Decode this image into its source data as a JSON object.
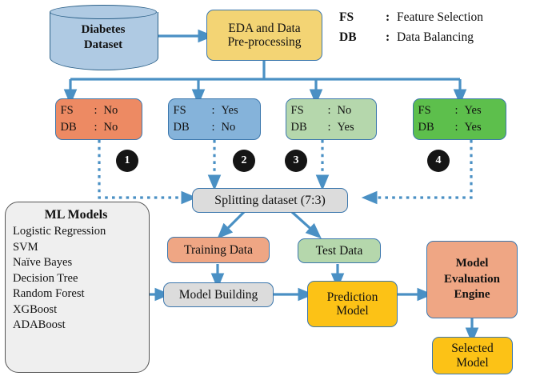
{
  "diagram": {
    "title": "Diabetes prediction ML pipeline flowchart",
    "colors": {
      "border_blue": "#3C77AD",
      "arrow_blue": "#4A90C4",
      "cylinder": "#AFCAE3",
      "yellow": "#F3D474",
      "orange": "#ED8A63",
      "blue": "#85B3DA",
      "green_light": "#B5D7AC",
      "green_dark": "#5DBF4C",
      "grey": "#DCDCDC",
      "salmon": "#EFA684",
      "gold": "#FCC216",
      "panel": "#EFEFEF",
      "circle": "#151515"
    }
  },
  "source": {
    "line1": "Diabetes",
    "line2": "Dataset"
  },
  "preprocess": {
    "line1": "EDA and Data",
    "line2": "Pre-processing"
  },
  "legend": {
    "rows": [
      {
        "abbr": "FS",
        "colon": ":",
        "full": "Feature Selection"
      },
      {
        "abbr": "DB",
        "colon": ":",
        "full": "Data Balancing"
      }
    ]
  },
  "branches": [
    {
      "id": 1,
      "number": "1",
      "fs_key": "FS",
      "fs_colon": ":",
      "fs_value": "No",
      "db_key": "DB",
      "db_colon": ":",
      "db_value": "No",
      "color": "#ED8A63"
    },
    {
      "id": 2,
      "number": "2",
      "fs_key": "FS",
      "fs_colon": ":",
      "fs_value": "Yes",
      "db_key": "DB",
      "db_colon": ":",
      "db_value": "No",
      "color": "#85B3DA"
    },
    {
      "id": 3,
      "number": "3",
      "fs_key": "FS",
      "fs_colon": ":",
      "fs_value": "No",
      "db_key": "DB",
      "db_colon": ":",
      "db_value": "Yes",
      "color": "#B5D7AC"
    },
    {
      "id": 4,
      "number": "4",
      "fs_key": "FS",
      "fs_colon": ":",
      "fs_value": "Yes",
      "db_key": "DB",
      "db_colon": ":",
      "db_value": "Yes",
      "color": "#5DBF4C"
    }
  ],
  "split": {
    "label": "Splitting dataset (7:3)"
  },
  "ml_models": {
    "title": "ML Models",
    "items": [
      "Logistic Regression",
      "SVM",
      "Naïve Bayes",
      "Decision Tree",
      "Random Forest",
      "XGBoost",
      "ADABoost"
    ]
  },
  "training_data": {
    "label": "Training Data"
  },
  "test_data": {
    "label": "Test Data"
  },
  "model_building": {
    "label": "Model Building"
  },
  "prediction_model": {
    "line1": "Prediction",
    "line2": "Model"
  },
  "evaluation_engine": {
    "line1": "Model",
    "line2": "Evaluation",
    "line3": "Engine"
  },
  "selected_model": {
    "line1": "Selected",
    "line2": "Model"
  }
}
